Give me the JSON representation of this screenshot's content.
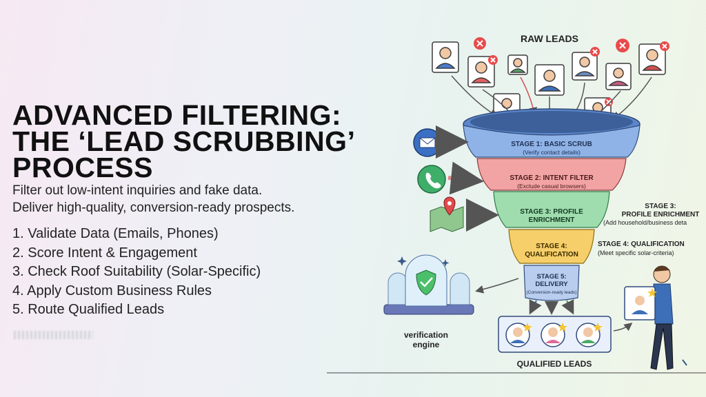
{
  "title_lines": [
    "ADVANCED FILTERING:",
    "THE ‘LEAD SCRUBBING’",
    "PROCESS"
  ],
  "subtitle_lines": [
    "Filter out low-intent inquiries and fake data.",
    "Deliver high-quality, conversion-ready prospects."
  ],
  "steps": [
    "1. Validate Data (Emails, Phones)",
    "2. Score Intent & Engagement",
    "3. Check Roof Suitability (Solar-Specific)",
    "4. Apply Custom Business Rules",
    "5. Route Qualified Leads"
  ],
  "diagram": {
    "raw_leads_label": "RAW LEADS",
    "stage1": {
      "title": "STAGE 1: BASIC SCRUB",
      "note": "(Verify contact details)",
      "color": "#8fb3e6"
    },
    "stage2": {
      "title": "STAGE 2: INTENT FILTER",
      "note": "(Exclude casual browsers)",
      "color": "#f2a3a3"
    },
    "stage3": {
      "title_line1": "STAGE 3: PROFILE",
      "title_line2": "ENRICHMENT",
      "color": "#9fdcae"
    },
    "stage4": {
      "title_line1": "STAGE 4:",
      "title_line2": "QUALIFICATION",
      "color": "#f7cf6a"
    },
    "stage5": {
      "title_line1": "STAGE 5:",
      "title_line2": "DELIVERY",
      "note": "(Conversion-ready leads)",
      "color": "#b9cdef"
    },
    "side3": {
      "line1": "STAGE 3:",
      "line2": "PROFILE ENRICHMENT",
      "note": "(Add household/business deta"
    },
    "side4": {
      "title": "STAGE 4: QUALIFICATION",
      "note": "(Meet specific solar-criteria)"
    },
    "verification_line1": "verification",
    "verification_line2": "engine",
    "qualified_leads_label": "QUALIFIED LEADS"
  }
}
